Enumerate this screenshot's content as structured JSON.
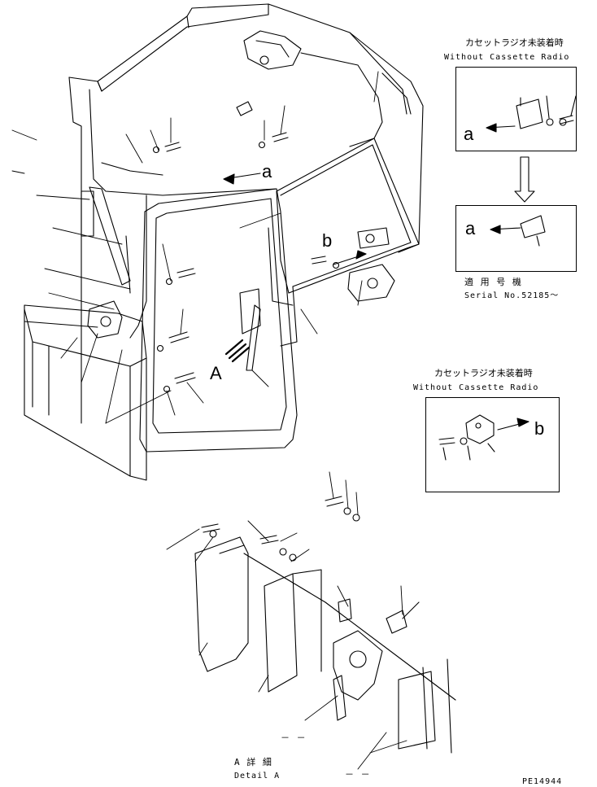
{
  "inset_top": {
    "caption_jp": "カセットラジオ未装着時",
    "caption_en": "Without Cassette Radio",
    "label_upper": "a",
    "label_lower": "a"
  },
  "serial": {
    "label_jp": "適 用 号 機",
    "label_en": "Serial No.52185～"
  },
  "inset_right": {
    "caption_jp": "カセットラジオ未装着時",
    "caption_en": "Without Cassette Radio",
    "label": "b"
  },
  "main": {
    "label_a": "a",
    "label_b": "b",
    "label_view": "A"
  },
  "detail": {
    "label_jp": "A 詳 細",
    "label_en": "Detail A",
    "dash_1": "－ －",
    "dash_2": "－ －"
  },
  "drawing_number": "PE14944"
}
